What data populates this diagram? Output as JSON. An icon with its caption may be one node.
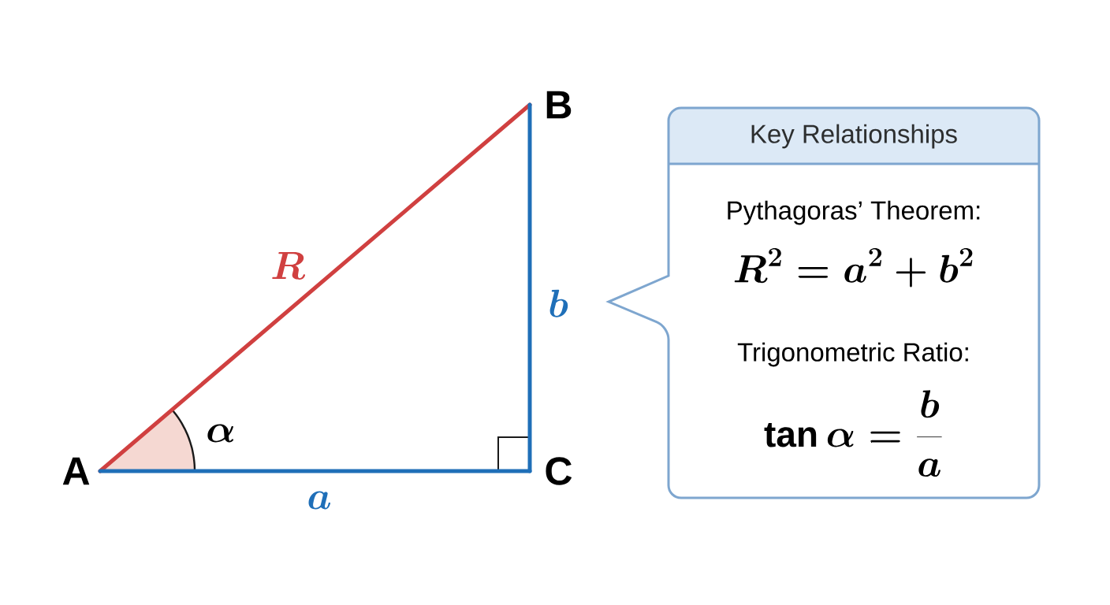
{
  "diagram": {
    "nodes": [
      {
        "text": [
          "A"
        ]
      },
      {
        "text": [
          "B"
        ]
      },
      {
        "text": [
          "C"
        ]
      },
      {
        "text": [
          "Key Relationships",
          "Pythagoras’ Theorem:",
          "R^2 = a^2 + b^2",
          "Trigonometric Ratio:",
          "\\tan\\alpha = \\frac{b}{a}"
        ]
      }
    ],
    "edges": [
      {
        "from": 0,
        "to": 1,
        "arrow": "none",
        "label": "R",
        "color": "#d04040"
      },
      {
        "from": 1,
        "to": 2,
        "arrow": "none",
        "label": "b"
      },
      {
        "from": 0,
        "to": 2,
        "arrow": "none",
        "label": "a"
      }
    ],
    "labels": [
      "\\alpha"
    ]
  }
}
